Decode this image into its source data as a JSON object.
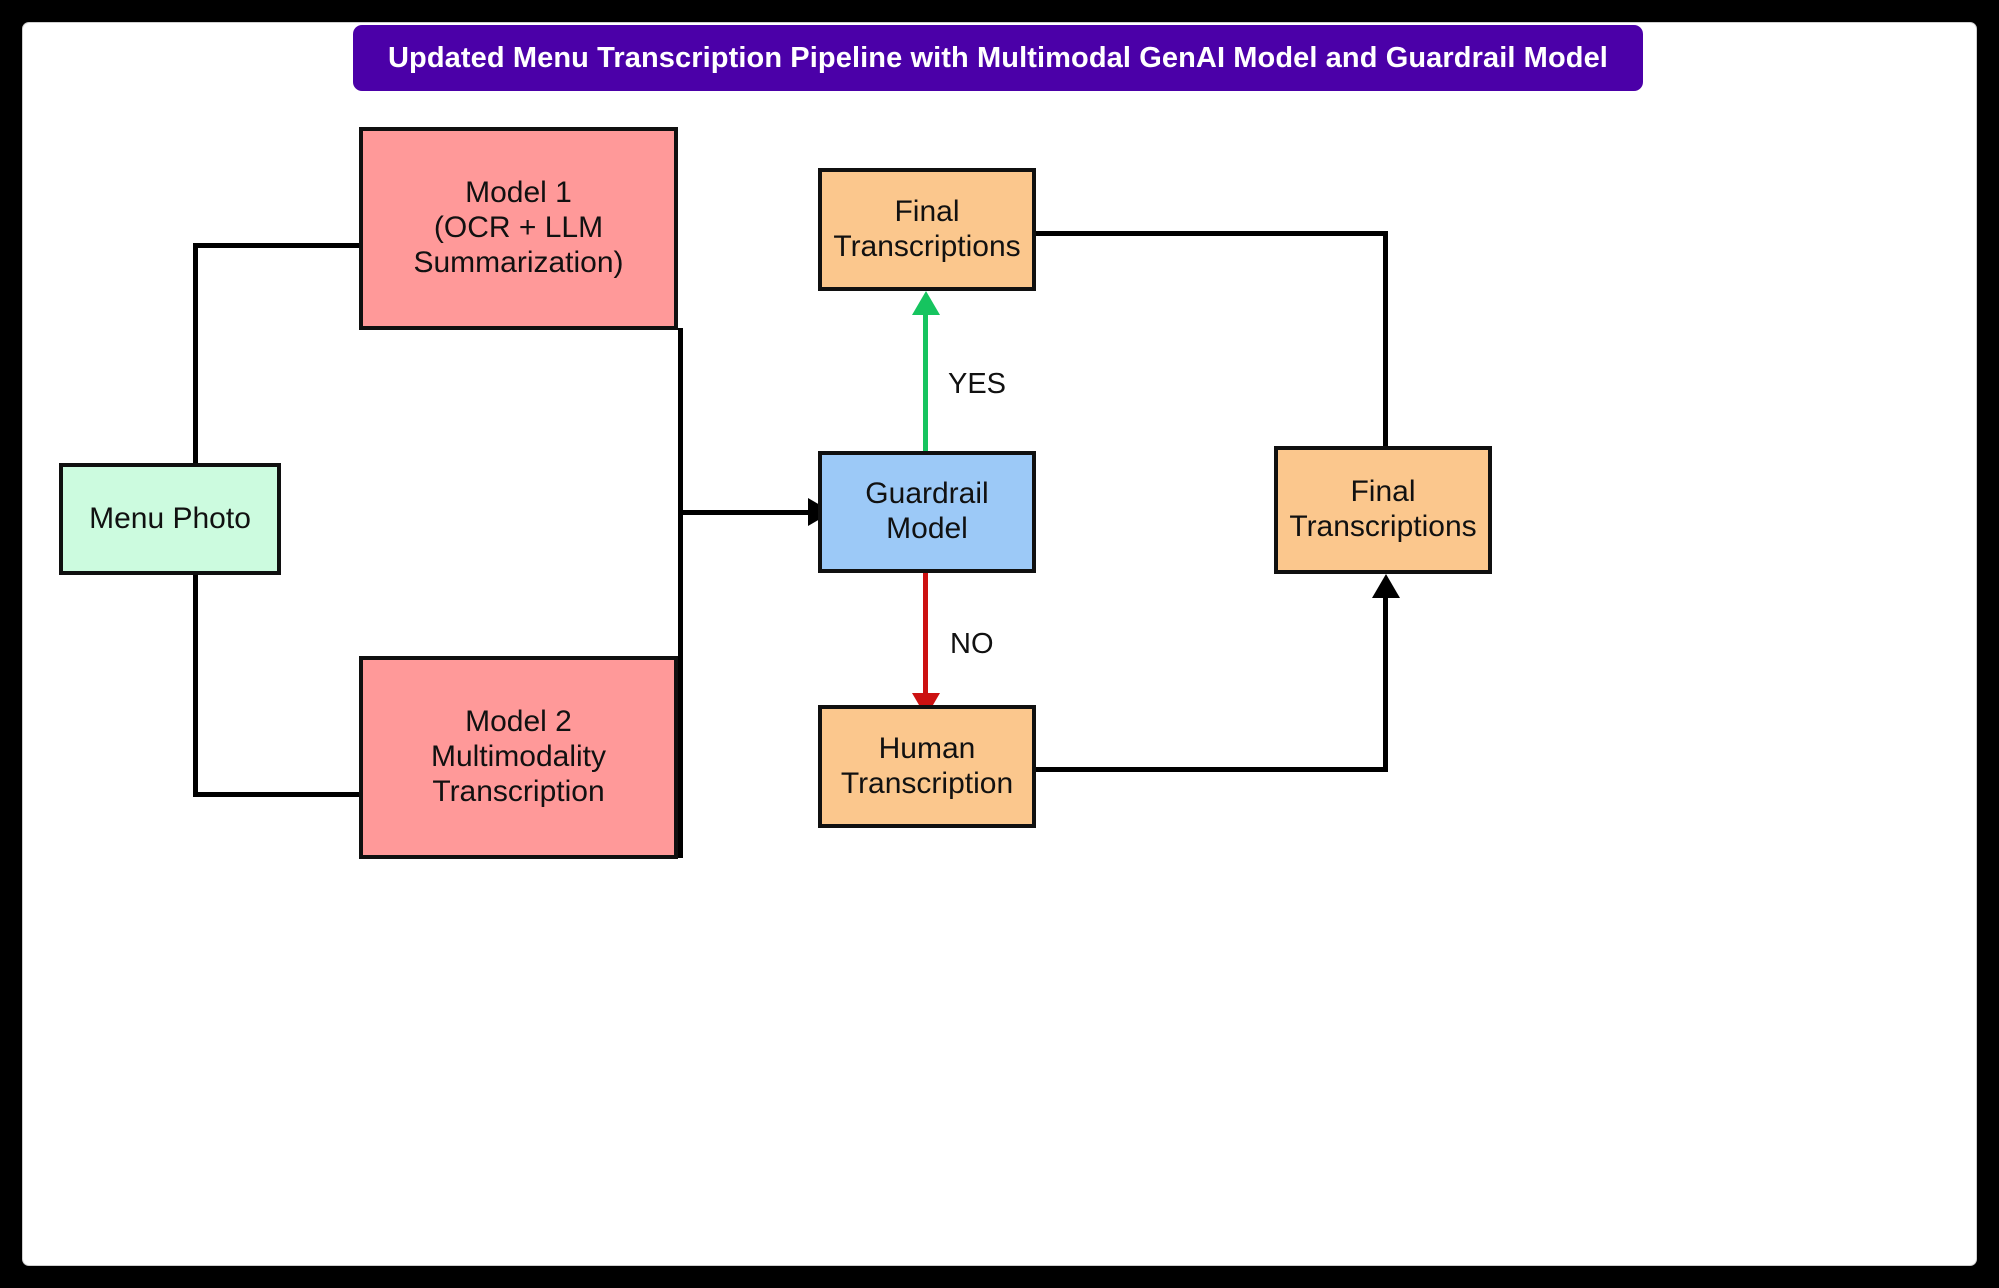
{
  "diagram": {
    "title": "Updated Menu Transcription Pipeline with Multimodal GenAI Model and Guardrail Model",
    "title_bg": "#4B00A8",
    "title_color": "#FFFFFF",
    "canvas_bg": "#FFFFFF",
    "frame_color": "#000000",
    "type": "flowchart",
    "nodes": [
      {
        "id": "menu-photo",
        "label": "Menu Photo",
        "color": "#CCFBDF"
      },
      {
        "id": "model-1",
        "label": "Model 1\n(OCR + LLM\nSummarization)",
        "color": "#FF9999"
      },
      {
        "id": "model-2",
        "label": "Model 2\nMultimodality\nTranscription",
        "color": "#FF9999"
      },
      {
        "id": "guardrail-model",
        "label": "Guardrail Model",
        "color": "#9CC9F7"
      },
      {
        "id": "final-transcriptions-top",
        "label": "Final\nTranscriptions",
        "color": "#FBC78D"
      },
      {
        "id": "human-transcription",
        "label": "Human\nTranscription",
        "color": "#FBC78D"
      },
      {
        "id": "final-transcriptions-right",
        "label": "Final\nTranscriptions",
        "color": "#FBC78D"
      }
    ],
    "edges": [
      {
        "from": "menu-photo",
        "to": "model-1",
        "label": "",
        "color": "#000000"
      },
      {
        "from": "menu-photo",
        "to": "model-2",
        "label": "",
        "color": "#000000"
      },
      {
        "from": "model-1",
        "to": "guardrail-model",
        "label": "",
        "color": "#000000"
      },
      {
        "from": "model-2",
        "to": "guardrail-model",
        "label": "",
        "color": "#000000"
      },
      {
        "from": "guardrail-model",
        "to": "final-transcriptions-top",
        "label": "YES",
        "color": "#16C45F"
      },
      {
        "from": "guardrail-model",
        "to": "human-transcription",
        "label": "NO",
        "color": "#CC1111"
      },
      {
        "from": "final-transcriptions-top",
        "to": "final-transcriptions-right",
        "label": "",
        "color": "#000000"
      },
      {
        "from": "human-transcription",
        "to": "final-transcriptions-right",
        "label": "",
        "color": "#000000"
      }
    ],
    "branch_labels": {
      "yes": "YES",
      "no": "NO"
    }
  }
}
